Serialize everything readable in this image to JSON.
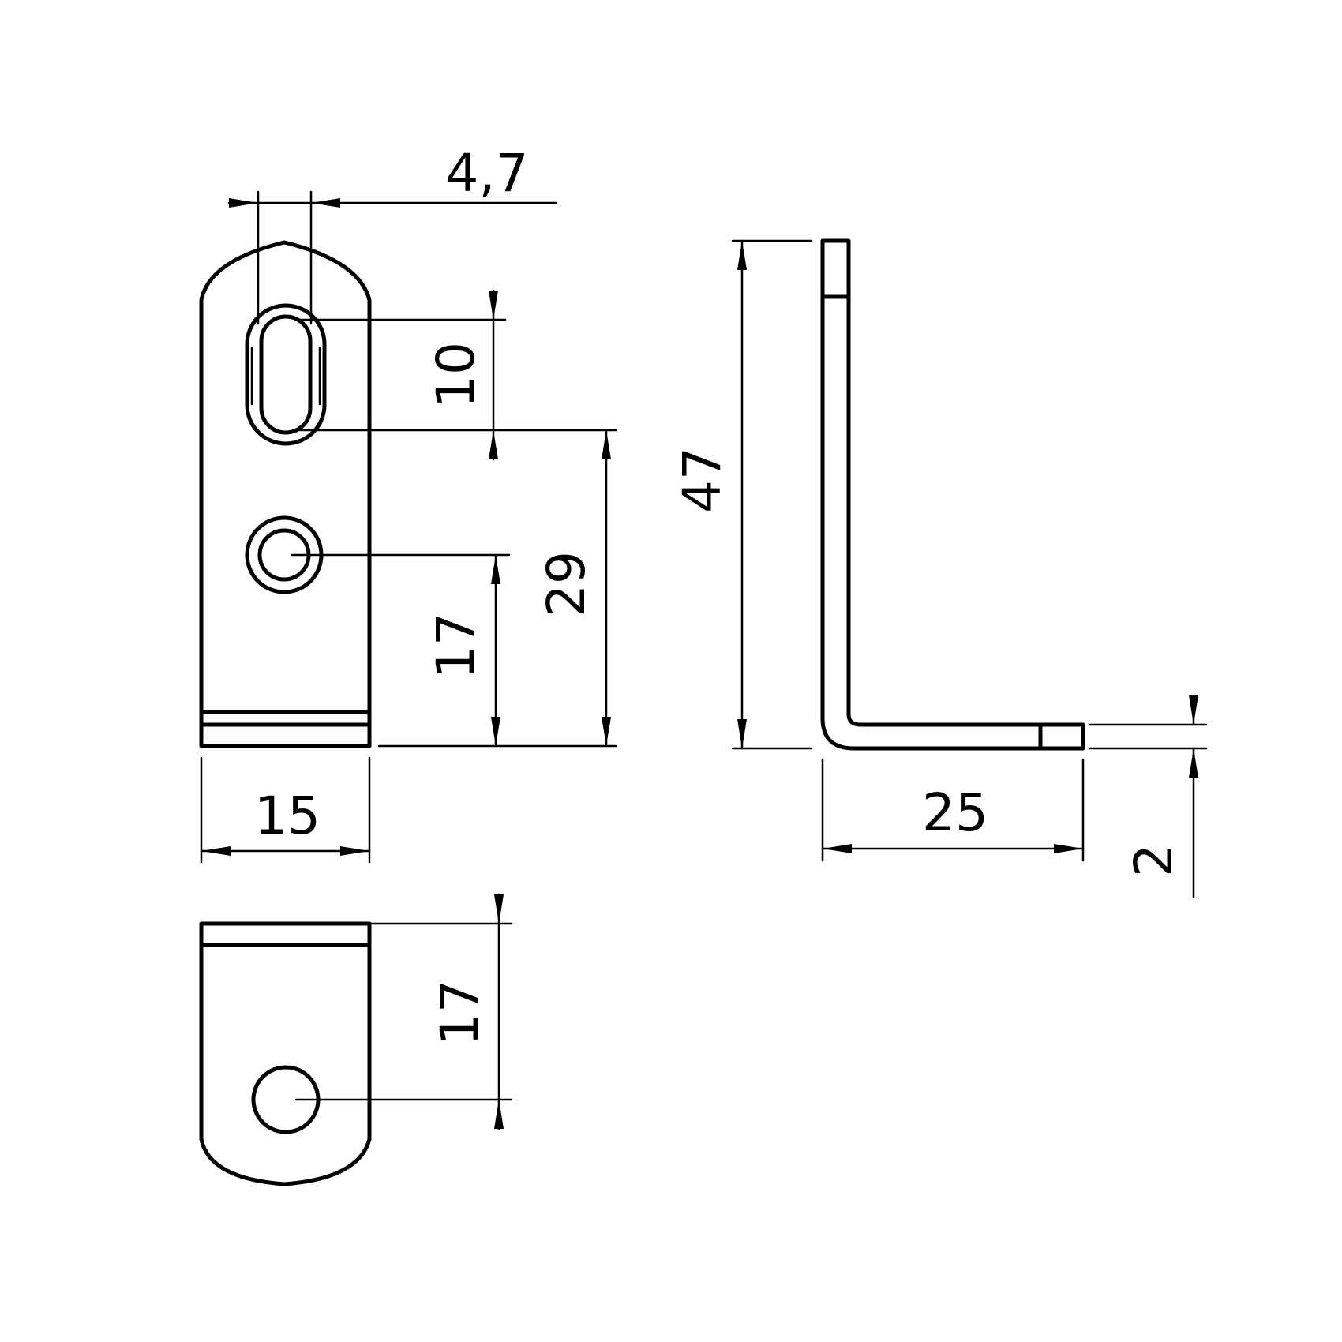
{
  "drawing": {
    "line_color": "#000000",
    "background": "#ffffff"
  },
  "dimensions": {
    "slot_width": "4,7",
    "slot_length": "10",
    "hole_to_bottom": "17",
    "slot_to_bottom": "29",
    "bracket_width": "15",
    "total_height": "47",
    "leg_length": "25",
    "thickness": "2",
    "bottom_hole_distance": "17"
  }
}
